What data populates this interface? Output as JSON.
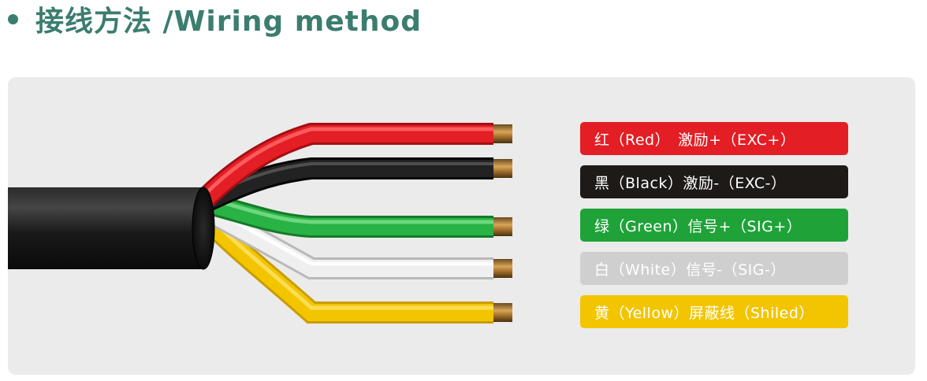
{
  "header": {
    "title": "接线方法 /Wiring method",
    "accent_color": "#3b7d6f"
  },
  "wires": [
    {
      "label": "红（Red）　激励+（EXC+）",
      "color": "#e31e24"
    },
    {
      "label": "黑（Black）激励-（EXC-）",
      "color": "#1d1a18"
    },
    {
      "label": "绿（Green）信号+（SIG+）",
      "color": "#1fa339"
    },
    {
      "label": "白（White）信号-（SIG-）",
      "color": "#cfcfcf"
    },
    {
      "label": "黄（Yellow）屏蔽线（Shiled）",
      "color": "#f2c500"
    }
  ]
}
